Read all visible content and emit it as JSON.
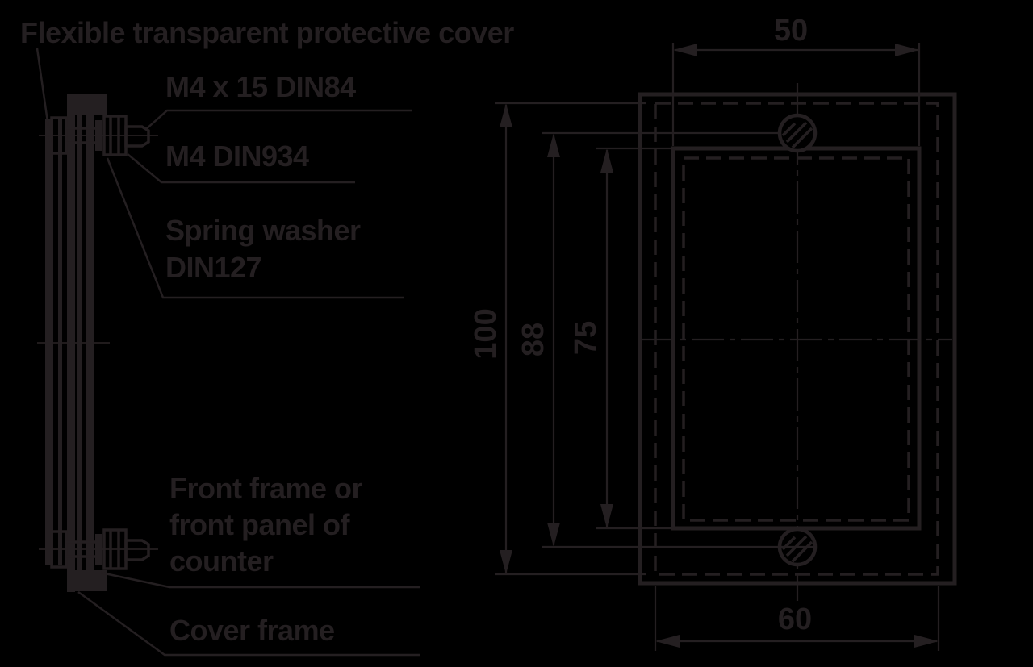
{
  "drawing": {
    "background": "#000000",
    "ink": "#241F21",
    "annotations": {
      "flexible_cover": "Flexible transparent protective cover",
      "screw": "M4 x 15 DIN84",
      "nut": "M4 DIN934",
      "spring_washer_line1": "Spring washer",
      "spring_washer_line2": "DIN127",
      "front_frame_line1": "Front frame or",
      "front_frame_line2": "front panel of",
      "front_frame_line3": "counter",
      "cover_frame": "Cover frame"
    },
    "dimensions_mm": {
      "window_width": "50",
      "overall_height": "100",
      "screw_hole_spacing": "88",
      "window_height": "75",
      "overall_width": "60"
    }
  }
}
